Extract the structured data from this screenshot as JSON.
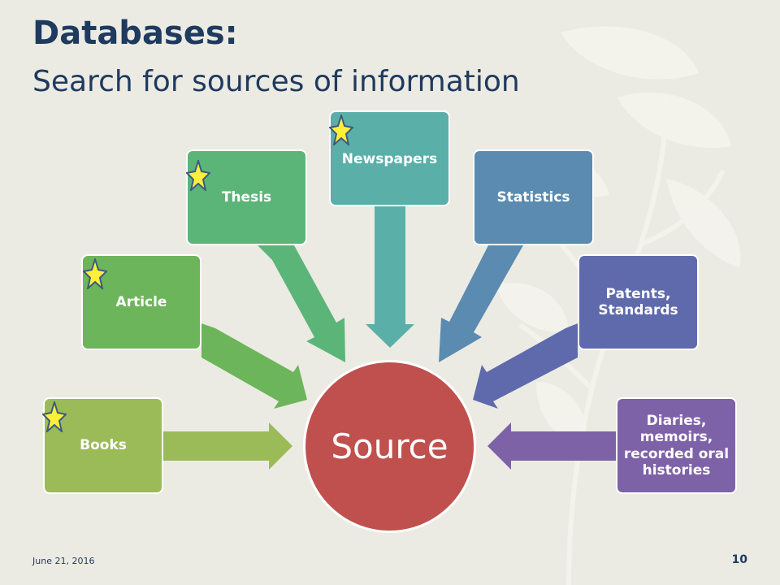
{
  "slide": {
    "title": "Databases:",
    "subtitle": "Search for sources of information",
    "footer_date": "June 21, 2016",
    "page_number": "10"
  },
  "diagram": {
    "center_label": "Source",
    "nodes": [
      {
        "id": "books",
        "lines": [
          "Books"
        ],
        "color": "#9bbb59",
        "starred": true
      },
      {
        "id": "article",
        "lines": [
          "Article"
        ],
        "color": "#6cb55a",
        "starred": true
      },
      {
        "id": "thesis",
        "lines": [
          "Thesis"
        ],
        "color": "#5cb578",
        "starred": true
      },
      {
        "id": "newspapers",
        "lines": [
          "Newspapers"
        ],
        "color": "#5aafa8",
        "starred": true
      },
      {
        "id": "statistics",
        "lines": [
          "Statistics"
        ],
        "color": "#5b8bb0",
        "starred": false
      },
      {
        "id": "patents",
        "lines": [
          "Patents,",
          "Standards"
        ],
        "color": "#5f6aad",
        "starred": false
      },
      {
        "id": "diaries",
        "lines": [
          "Diaries,",
          "memoirs,",
          "recorded oral",
          "histories"
        ],
        "color": "#7e62a8",
        "starred": false
      }
    ],
    "center_color": "#c0504d",
    "star_color": "#ffef3a"
  }
}
